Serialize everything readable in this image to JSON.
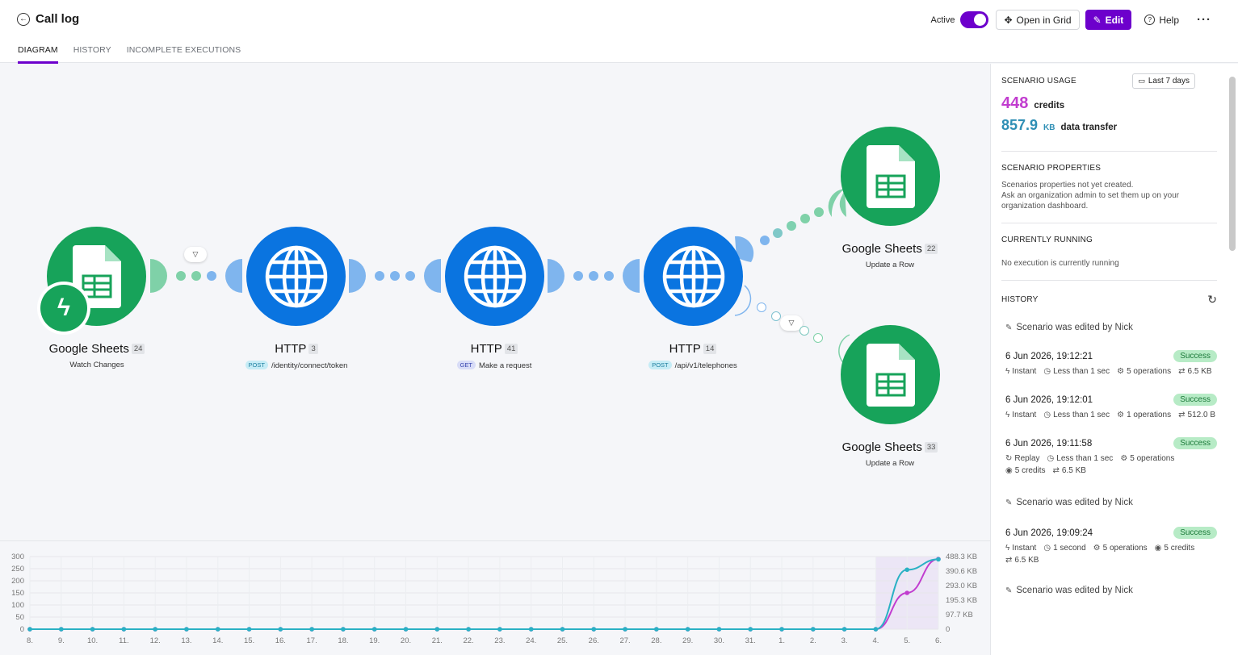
{
  "header": {
    "title": "Call log",
    "tabs": [
      {
        "label": "DIAGRAM",
        "active": true
      },
      {
        "label": "HISTORY",
        "active": false
      },
      {
        "label": "INCOMPLETE EXECUTIONS",
        "active": false
      }
    ],
    "active_label": "Active",
    "active_state": true,
    "open_grid_label": "Open in Grid",
    "edit_label": "Edit",
    "help_label": "Help",
    "more_label": "···"
  },
  "colors": {
    "brand": "#6d00cc",
    "sheets": "#17a35a",
    "http": "#0a74e0",
    "credits": "#c13ccf",
    "transfer": "#2f8fb5"
  },
  "nodes": [
    {
      "name": "Google Sheets",
      "count": "24",
      "sub": "Watch Changes",
      "icon": "google-sheets-icon"
    },
    {
      "name": "HTTP",
      "count": "3",
      "method": "POST",
      "sub": "/identity/connect/token",
      "icon": "globe-icon"
    },
    {
      "name": "HTTP",
      "count": "41",
      "method": "GET",
      "sub": "Make a request",
      "icon": "globe-icon"
    },
    {
      "name": "HTTP",
      "count": "14",
      "method": "POST",
      "sub": "/api/v1/telephones",
      "icon": "globe-icon"
    },
    {
      "name": "Google Sheets",
      "count": "22",
      "sub": "Update a Row",
      "icon": "google-sheets-icon"
    },
    {
      "name": "Google Sheets",
      "count": "33",
      "sub": "Update a Row",
      "icon": "google-sheets-icon"
    }
  ],
  "panel": {
    "usage_title": "SCENARIO USAGE",
    "range_label": "Last 7 days",
    "credits_value": "448",
    "credits_label": "credits",
    "transfer_value": "857.9",
    "transfer_unit": "KB",
    "transfer_label": "data transfer",
    "properties_title": "SCENARIO PROPERTIES",
    "properties_text_1": "Scenarios properties not yet created.",
    "properties_text_2": "Ask an organization admin to set them up on your",
    "properties_text_3": "organization dashboard.",
    "running_title": "CURRENTLY RUNNING",
    "running_text": "No execution is currently running",
    "history_title": "HISTORY",
    "history": [
      {
        "type": "edit",
        "text": "Scenario was edited by Nick"
      },
      {
        "type": "run",
        "time": "6 Jun 2026, 19:12:21",
        "status": "Success",
        "trigger": "Instant",
        "duration": "Less than 1 sec",
        "ops": "5 operations",
        "transfer": "6.5 KB"
      },
      {
        "type": "run",
        "time": "6 Jun 2026, 19:12:01",
        "status": "Success",
        "trigger": "Instant",
        "duration": "Less than 1 sec",
        "ops": "1 operations",
        "transfer": "512.0 B"
      },
      {
        "type": "run",
        "time": "6 Jun 2026, 19:11:58",
        "status": "Success",
        "trigger": "Replay",
        "duration": "Less than 1 sec",
        "ops": "5 operations",
        "credits": "5 credits",
        "transfer": "6.5 KB"
      },
      {
        "type": "edit",
        "text": "Scenario was edited by Nick"
      },
      {
        "type": "run",
        "time": "6 Jun 2026, 19:09:24",
        "status": "Success",
        "trigger": "Instant",
        "duration": "1 second",
        "ops": "5 operations",
        "credits": "5 credits",
        "transfer": "6.5 KB"
      },
      {
        "type": "edit",
        "text": "Scenario was edited by Nick"
      }
    ]
  },
  "chart_data": {
    "type": "line",
    "x": [
      "8.",
      "9.",
      "10.",
      "11.",
      "12.",
      "13.",
      "14.",
      "15.",
      "16.",
      "17.",
      "18.",
      "19.",
      "20.",
      "21.",
      "22.",
      "23.",
      "24.",
      "25.",
      "26.",
      "27.",
      "28.",
      "29.",
      "30.",
      "31.",
      "1.",
      "2.",
      "3.",
      "4.",
      "5.",
      "6."
    ],
    "y_left_ticks": [
      "300",
      "250",
      "200",
      "150",
      "100",
      "50",
      "0"
    ],
    "y_right_ticks": [
      "488.3 KB",
      "390.6 KB",
      "293.0 KB",
      "195.3 KB",
      "97.7 KB",
      "0"
    ],
    "ylim_left": [
      0,
      300
    ],
    "ylim_right_kb": [
      0,
      488.3
    ],
    "series": [
      {
        "color": "#c13ccf",
        "axis": "left",
        "values": [
          0,
          0,
          0,
          0,
          0,
          0,
          0,
          0,
          0,
          0,
          0,
          0,
          0,
          0,
          0,
          0,
          0,
          0,
          0,
          0,
          0,
          0,
          0,
          0,
          0,
          0,
          0,
          0,
          150,
          290
        ]
      },
      {
        "color": "#2ab1c4",
        "axis": "right_kb",
        "values": [
          0,
          0,
          0,
          0,
          0,
          0,
          0,
          0,
          0,
          0,
          0,
          0,
          0,
          0,
          0,
          0,
          0,
          0,
          0,
          0,
          0,
          0,
          0,
          0,
          0,
          0,
          0,
          0,
          400,
          470
        ]
      }
    ],
    "grid": true
  }
}
